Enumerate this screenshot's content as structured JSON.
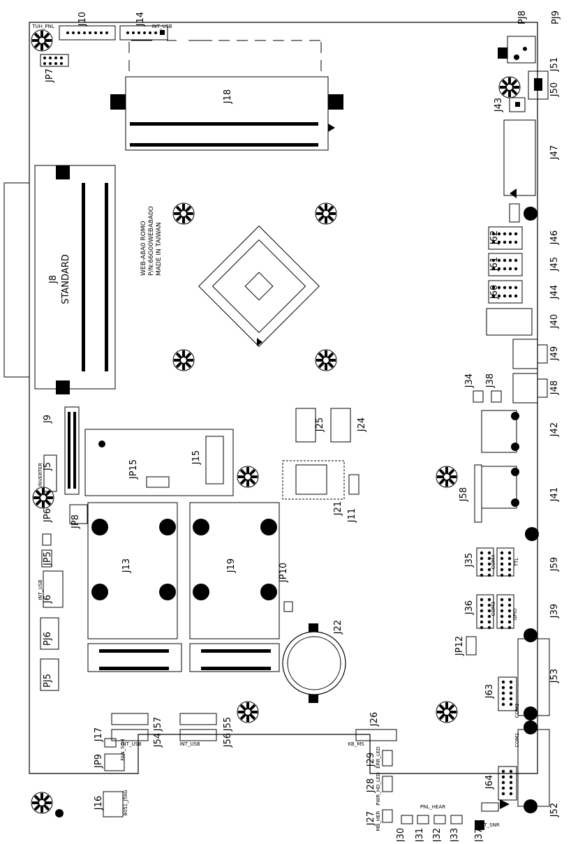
{
  "board": {
    "model_text": {
      "line1": "WEB-A8A0 ROMO",
      "line2": "P/N:66G00WEBA8A0O",
      "line3": "MADE IN TAIWAN"
    },
    "connectors": [
      {
        "id": "J10",
        "label": "J10"
      },
      {
        "id": "J14",
        "label": "J14"
      },
      {
        "id": "PJ8",
        "label": "PJ8"
      },
      {
        "id": "PJ9",
        "label": "PJ9"
      },
      {
        "id": "JP7",
        "label": "JP7"
      },
      {
        "id": "J18",
        "label": "J18"
      },
      {
        "id": "J50",
        "label": "J50"
      },
      {
        "id": "J51",
        "label": "J51"
      },
      {
        "id": "J43",
        "label": "J43"
      },
      {
        "id": "J47",
        "label": "J47"
      },
      {
        "id": "J8",
        "label": "J8"
      },
      {
        "id": "J62",
        "label": "J62"
      },
      {
        "id": "J46",
        "label": "J46"
      },
      {
        "id": "J61",
        "label": "J61"
      },
      {
        "id": "J45",
        "label": "J45"
      },
      {
        "id": "J60",
        "label": "J60"
      },
      {
        "id": "J44",
        "label": "J44"
      },
      {
        "id": "J40",
        "label": "J40"
      },
      {
        "id": "J49",
        "label": "J49"
      },
      {
        "id": "J34",
        "label": "J34"
      },
      {
        "id": "J38",
        "label": "J38"
      },
      {
        "id": "J48",
        "label": "J48"
      },
      {
        "id": "J9",
        "label": "J9"
      },
      {
        "id": "J25",
        "label": "J25"
      },
      {
        "id": "J24",
        "label": "J24"
      },
      {
        "id": "J42",
        "label": "J42"
      },
      {
        "id": "J5",
        "label": "J5"
      },
      {
        "id": "JP15",
        "label": "JP15"
      },
      {
        "id": "J15",
        "label": "J15"
      },
      {
        "id": "J21",
        "label": "J21"
      },
      {
        "id": "J11",
        "label": "J11"
      },
      {
        "id": "J58",
        "label": "J58"
      },
      {
        "id": "J41",
        "label": "J41"
      },
      {
        "id": "JP6",
        "label": "JP6"
      },
      {
        "id": "JP8",
        "label": "JP8"
      },
      {
        "id": "JP5",
        "label": "JP5"
      },
      {
        "id": "J13",
        "label": "J13"
      },
      {
        "id": "J19",
        "label": "J19"
      },
      {
        "id": "J35",
        "label": "J35"
      },
      {
        "id": "J59",
        "label": "J59"
      },
      {
        "id": "J6",
        "label": "J6"
      },
      {
        "id": "JP10",
        "label": "JP10"
      },
      {
        "id": "J36",
        "label": "J36"
      },
      {
        "id": "J39",
        "label": "J39"
      },
      {
        "id": "PJ6",
        "label": "PJ6"
      },
      {
        "id": "J22",
        "label": "J22"
      },
      {
        "id": "JP12",
        "label": "JP12"
      },
      {
        "id": "PJ5",
        "label": "PJ5"
      },
      {
        "id": "J53",
        "label": "J53"
      },
      {
        "id": "J63",
        "label": "J63"
      },
      {
        "id": "J57",
        "label": "J57"
      },
      {
        "id": "J55",
        "label": "J55"
      },
      {
        "id": "J26",
        "label": "J26"
      },
      {
        "id": "J17",
        "label": "J17"
      },
      {
        "id": "J54",
        "label": "J54"
      },
      {
        "id": "J56",
        "label": "J56"
      },
      {
        "id": "JP9",
        "label": "JP9"
      },
      {
        "id": "J29",
        "label": "J29"
      },
      {
        "id": "J28",
        "label": "J28"
      },
      {
        "id": "J64",
        "label": "J64"
      },
      {
        "id": "J16",
        "label": "J16"
      },
      {
        "id": "J27",
        "label": "J27"
      },
      {
        "id": "J52",
        "label": "J52"
      },
      {
        "id": "J30",
        "label": "J30"
      },
      {
        "id": "J31",
        "label": "J31"
      },
      {
        "id": "J32",
        "label": "J32"
      },
      {
        "id": "J33",
        "label": "J33"
      },
      {
        "id": "J37",
        "label": "J37"
      }
    ],
    "silkscreen": {
      "j8_std": "STANDARD",
      "tuh_pnl": "TUH_PNL",
      "int_usb_top": "INT_USB",
      "inverter": "INVERTER",
      "int_usb_j6": "INT_USB",
      "ttl": "TTL",
      "com4": "COM4",
      "com3": "COM3",
      "gpio": "GPIO",
      "com2": "COM2",
      "com1": "COM1",
      "int_usb_j54": "INT_USB",
      "int_usb_j56": "INT_USB",
      "kb_ms": "KB_MS",
      "fan_sod": "FAN_SOd",
      "jtag": "8051_JTAG",
      "mb_her": "MB_HER",
      "pwr_hd_led": "PWR_HD_LED",
      "err_led": "ERR_LED",
      "pnl_hear": "PNL_HEAR",
      "lgt_snr": "LGT_SNR"
    }
  }
}
